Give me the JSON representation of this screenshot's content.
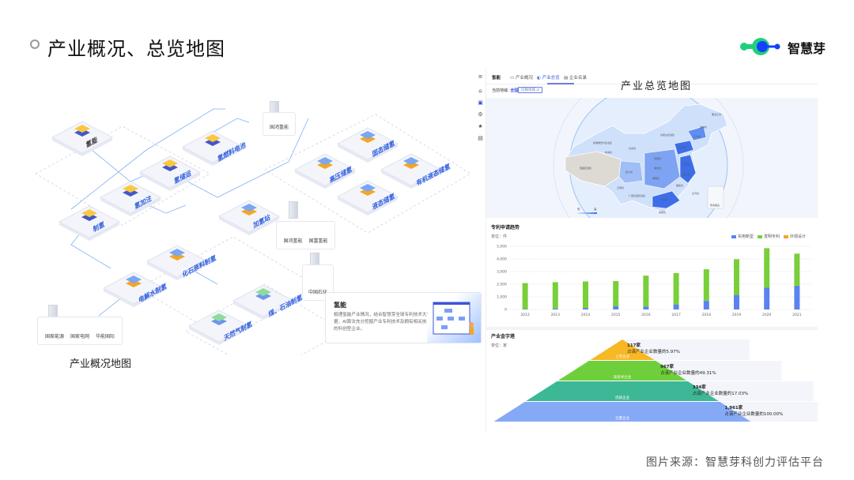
{
  "slide": {
    "title": "产业概况、总览地图",
    "logo_text": "智慧芽",
    "footer": "图片来源：智慧芽科创力评估平台",
    "caption_left": "产业概况地图",
    "caption_right": "产业总览地图"
  },
  "diagram": {
    "nodes": [
      "氢能",
      "氢燃料电池",
      "氢储运",
      "氢加注",
      "制氢",
      "加氢站",
      "高压储氢",
      "固态储氢",
      "有机液态储氢",
      "液态储氢",
      "化石原料制氢",
      "电解水制氢",
      "煤、石油制氢",
      "天然气制氢"
    ],
    "companies": {
      "fuelcell": [
        "国鸿氢能"
      ],
      "station": [
        "国鸿氢能",
        "国富氢能"
      ],
      "fossil": [
        "中国石化"
      ],
      "electrolysis": [
        "国家能源",
        "国家电网",
        "华能国际"
      ]
    },
    "info": {
      "title": "氢能",
      "text": "梳理氢能产业情况，结合智慧芽全球专利技术大数据，AI算法充分挖掘产业专利技术及拥有相关技术的科创型企业。"
    }
  },
  "app": {
    "breadcrumb": "氢能",
    "tabs": [
      {
        "label": "产业概况",
        "icon": "overview-icon"
      },
      {
        "label": "产业总览",
        "icon": "globe-icon",
        "active": true
      },
      {
        "label": "企业名录",
        "icon": "list-icon"
      }
    ],
    "filter": {
      "label": "当前地域:",
      "value": "全国",
      "button": "切换地域 ⇄"
    },
    "map": {
      "legend_low": "低",
      "legend_high": "高",
      "provinces": [
        "黑龙江省",
        "吉林省",
        "辽宁省",
        "内蒙古自治区",
        "新疆维吾尔自治区",
        "西藏自治区",
        "青海省",
        "甘肃省",
        "四川省",
        "山东省",
        "江苏省",
        "浙江省",
        "广东省",
        "河南省",
        "湖北省",
        "湖南省",
        "福建省",
        "广西壮族自治区",
        "云南省",
        "台湾省",
        "海南省"
      ],
      "inset_label": "南海诸岛"
    },
    "colors": {
      "blue": "#5b82f0",
      "green": "#79cf3a",
      "orange": "#f5a623"
    }
  },
  "chart_data": {
    "type": "bar",
    "title": "专利申请趋势",
    "unit": "单位：件",
    "categories": [
      "2012",
      "2013",
      "2014",
      "2015",
      "2016",
      "2017",
      "2018",
      "2019",
      "2020",
      "2021"
    ],
    "series": [
      {
        "name": "实用新型",
        "color": "#5b82f0",
        "values": [
          30,
          80,
          120,
          250,
          230,
          400,
          680,
          1150,
          1720,
          1880
        ]
      },
      {
        "name": "发明专利",
        "color": "#79cf3a",
        "values": [
          2060,
          2080,
          2100,
          2000,
          2450,
          2480,
          2500,
          2830,
          3130,
          2540
        ]
      },
      {
        "name": "外观设计",
        "color": "#f5a623",
        "values": [
          0,
          0,
          0,
          0,
          0,
          0,
          0,
          0,
          0,
          0
        ]
      }
    ],
    "yticks": [
      "0",
      "1,000",
      "2,000",
      "3,000",
      "4,000",
      "5,000"
    ],
    "ylim": [
      0,
      5000
    ],
    "stacked": true
  },
  "pyramid": {
    "title": "产业金字塔",
    "unit": "单位：家",
    "levels": [
      {
        "name": "上市企业",
        "count": "117家",
        "desc": "占该产业企业数量的5.97%",
        "color": "#f7b825"
      },
      {
        "name": "高技术企业",
        "count": "967家",
        "desc": "占该产业企业数量的49.31%",
        "color": "#6fcf3a"
      },
      {
        "name": "优质企业",
        "count": "334家",
        "desc": "占该产业企业数量的17.03%",
        "color": "#3db896"
      },
      {
        "name": "全量企业",
        "count": "1,961家",
        "desc": "占该产业企业数量的100.00%",
        "color": "#86a9f5"
      }
    ]
  }
}
